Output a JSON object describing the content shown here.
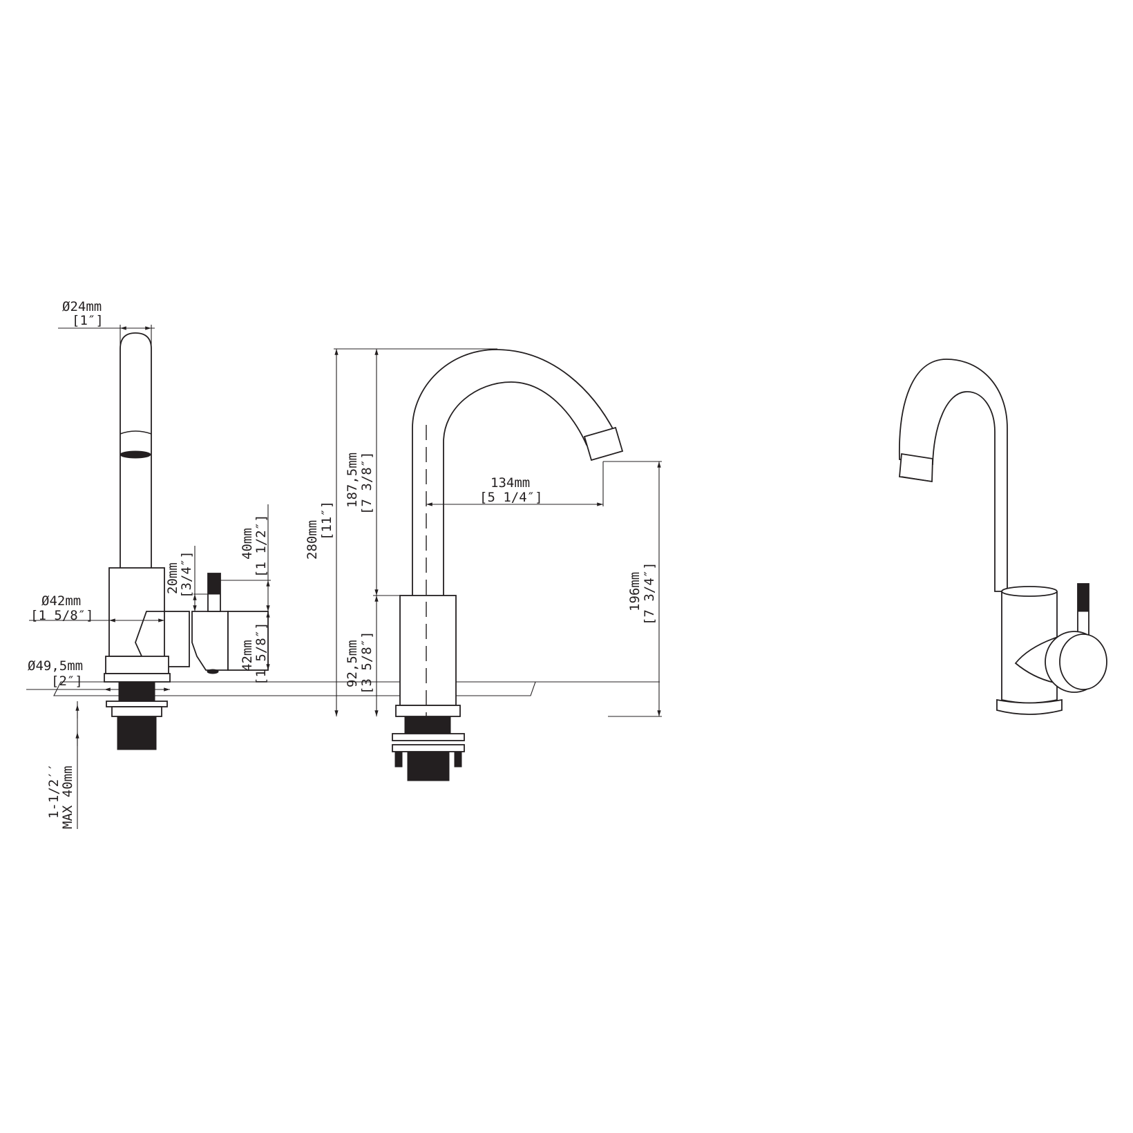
{
  "colors": {
    "ink": "#231f20",
    "background": "#ffffff"
  },
  "side_view": {
    "spout_diameter": {
      "mm": "Ø24mm",
      "inch": "[1″]"
    },
    "body_diameter": {
      "mm": "Ø42mm",
      "inch": "[1 5/8″]"
    },
    "base_diameter": {
      "mm": "Ø49,5mm",
      "inch": "[2″]"
    },
    "lever_height": {
      "mm": "20mm",
      "inch": "[3/4″]"
    },
    "lever_total": {
      "mm": "40mm",
      "inch": "[1 1/2″]"
    },
    "handle_diameter": {
      "mm": "42mm",
      "inch": "[1 5/8″]"
    },
    "max_counter": {
      "inch": "1-1/2′′",
      "mm": "MAX 40mm"
    }
  },
  "front_view": {
    "total_height": {
      "mm": "280mm",
      "inch": "[11″]"
    },
    "spout_height": {
      "mm": "187,5mm",
      "inch": "[7 3/8″]"
    },
    "body_height": {
      "mm": "92,5mm",
      "inch": "[3 5/8″]"
    },
    "reach": {
      "mm": "134mm",
      "inch": "[5 1/4″]"
    },
    "outlet_height": {
      "mm": "196mm",
      "inch": "[7 3/4″]"
    }
  }
}
